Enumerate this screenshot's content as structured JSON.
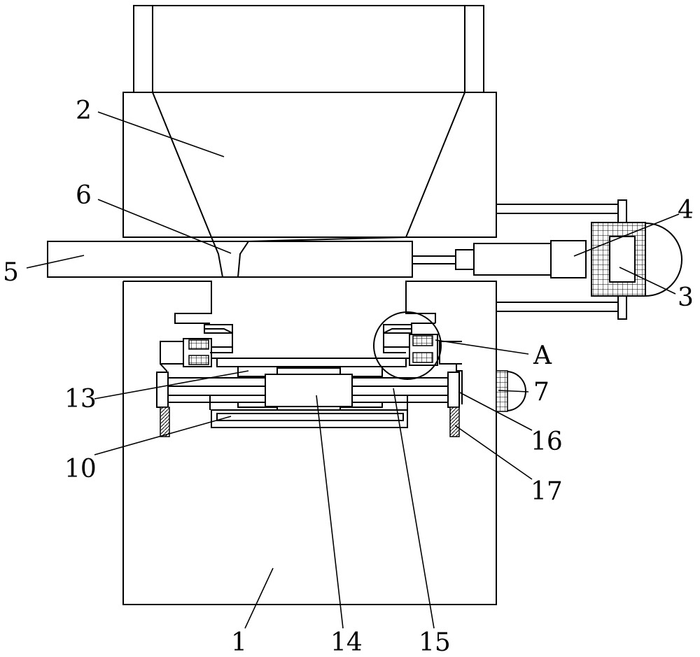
{
  "figure": {
    "labels": {
      "l1": "1",
      "l2": "2",
      "l3": "3",
      "l4": "4",
      "l5": "5",
      "l6": "6",
      "l7": "7",
      "l10": "10",
      "l13": "13",
      "l14": "14",
      "l15": "15",
      "l16": "16",
      "l17": "17",
      "lA": "A"
    }
  }
}
